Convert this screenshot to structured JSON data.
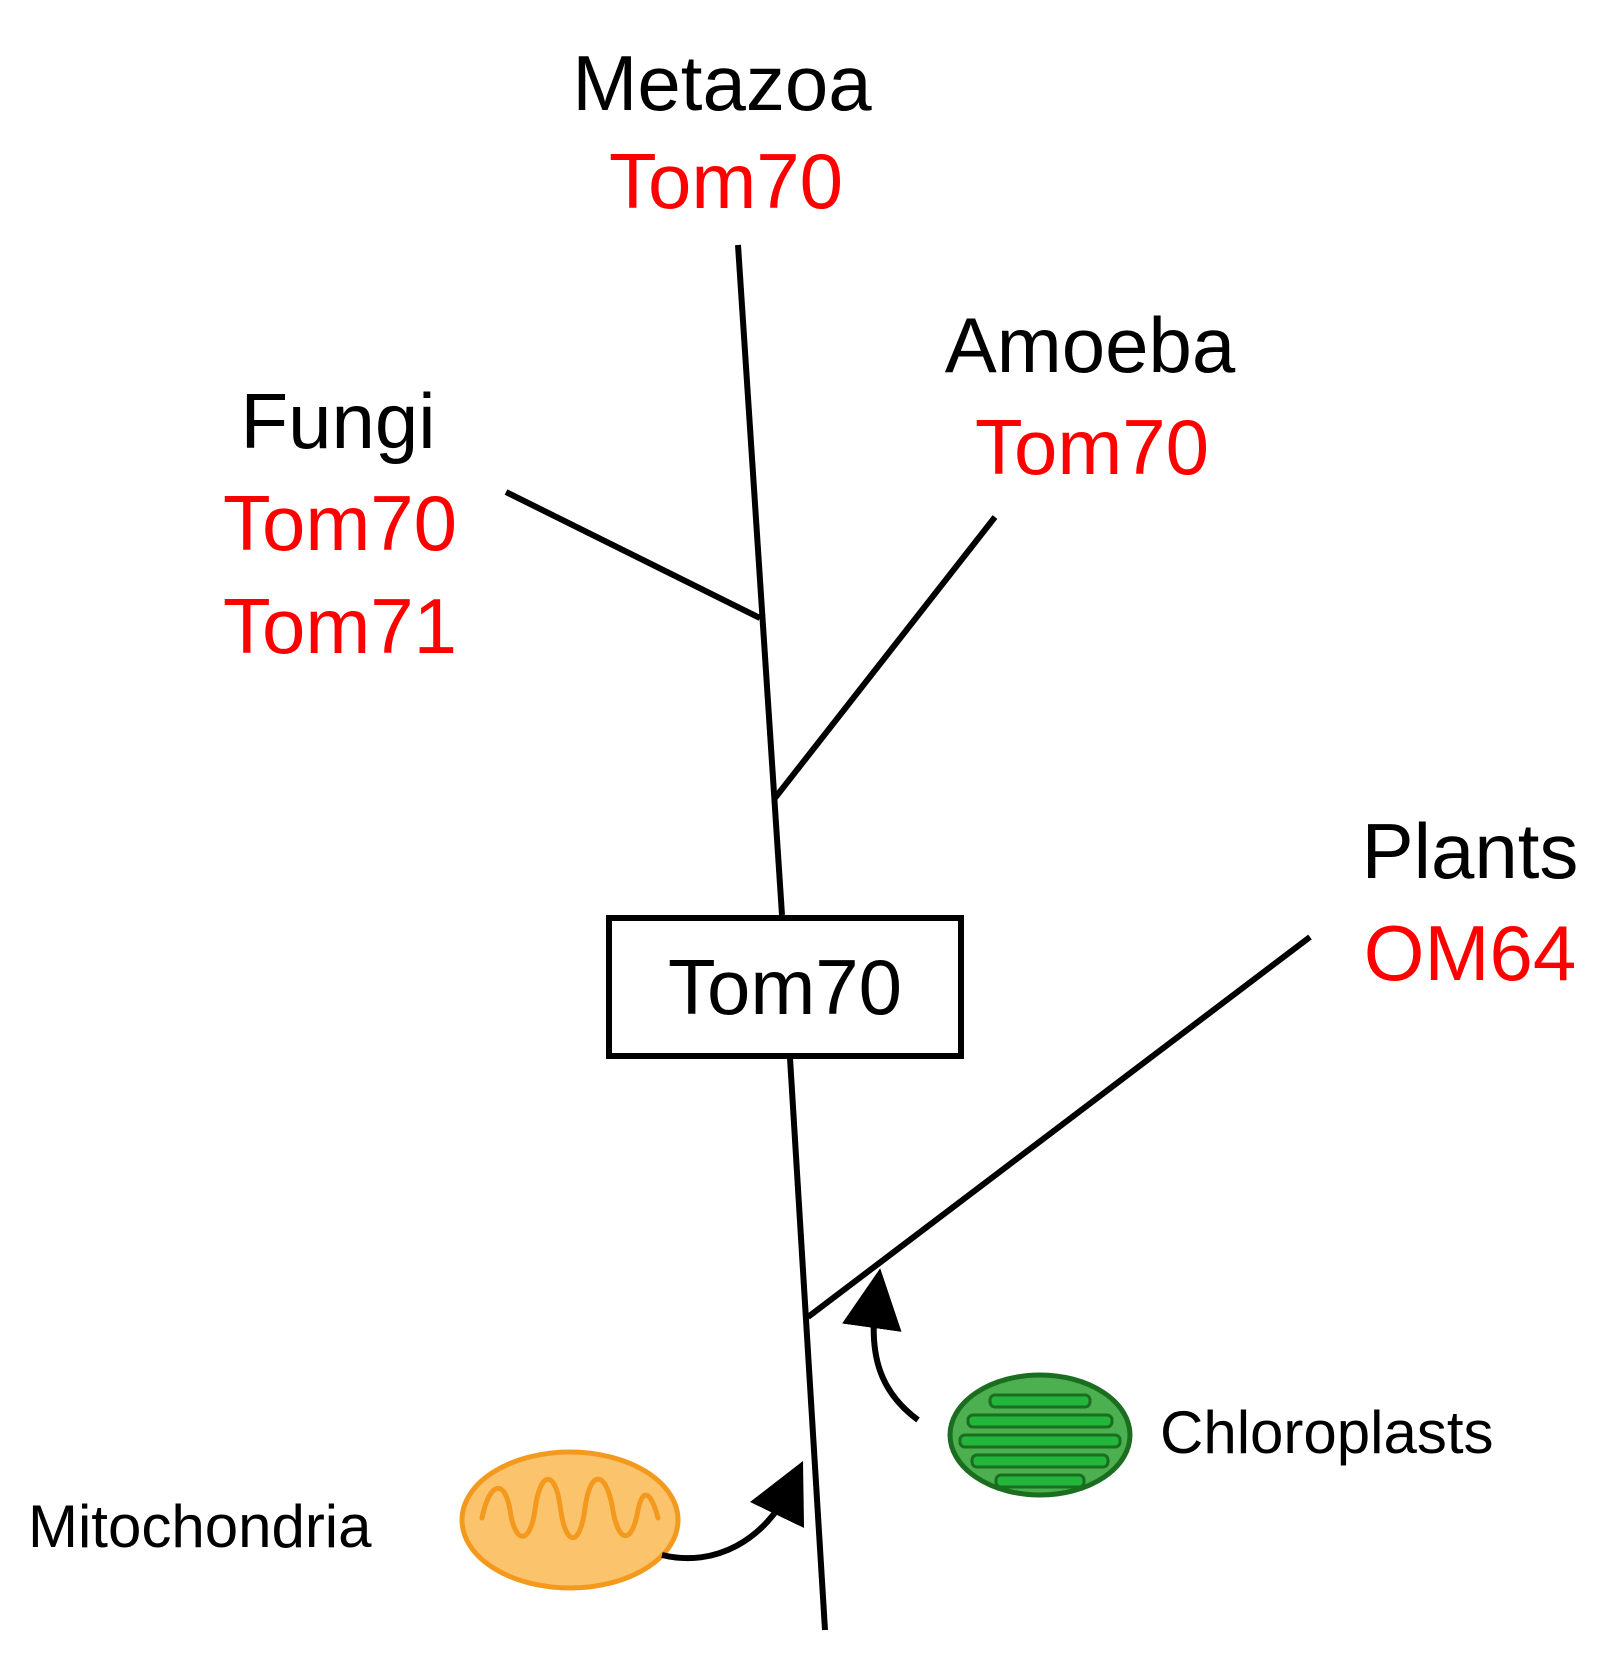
{
  "colors": {
    "line": "#000000",
    "taxon_text": "#000000",
    "protein_text": "#ff0000",
    "mitochondria_fill": "#fbc46c",
    "mitochondria_stroke": "#f39a1e",
    "chloroplast_fill": "#4caf50",
    "chloroplast_stroke": "#1b6e20",
    "chloroplast_thylakoid": "#23b63c"
  },
  "ancestor": {
    "label": "Tom70"
  },
  "clades": {
    "metazoa": {
      "name": "Metazoa",
      "proteins": [
        "Tom70"
      ]
    },
    "amoeba": {
      "name": "Amoeba",
      "proteins": [
        "Tom70"
      ]
    },
    "fungi": {
      "name": "Fungi",
      "proteins": [
        "Tom70",
        "Tom71"
      ]
    },
    "plants": {
      "name": "Plants",
      "proteins": [
        "OM64"
      ]
    }
  },
  "organelles": {
    "mitochondria": {
      "label": "Mitochondria",
      "icon": "mitochondrion-icon"
    },
    "chloroplasts": {
      "label": "Chloroplasts",
      "icon": "chloroplast-icon"
    }
  }
}
